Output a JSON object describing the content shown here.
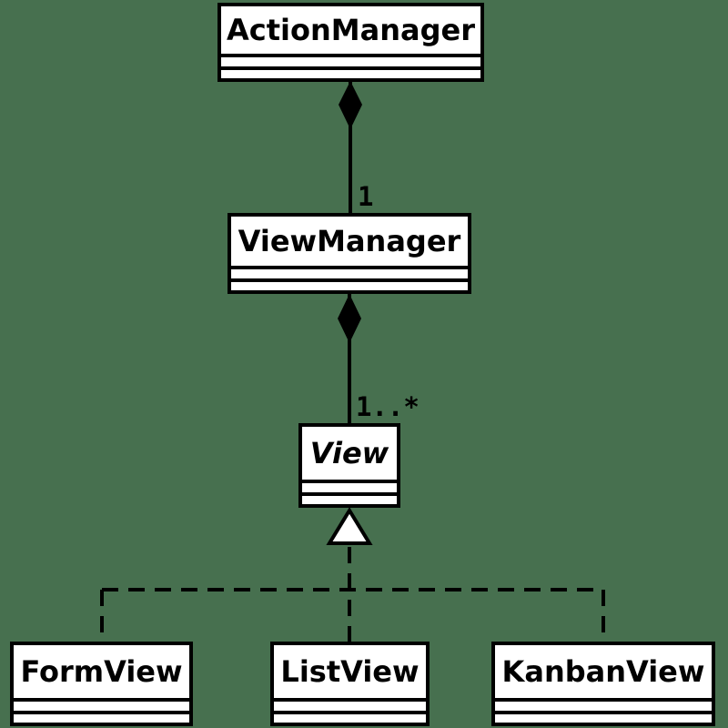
{
  "diagram": {
    "kind": "uml-class-diagram",
    "colors": {
      "background": "#47704F",
      "node_fill": "#FFFFFF",
      "line": "#000000"
    },
    "classes": [
      {
        "id": "actionmanager",
        "name": "ActionManager",
        "abstract": false,
        "compartments": 2
      },
      {
        "id": "viewmanager",
        "name": "ViewManager",
        "abstract": false,
        "compartments": 2
      },
      {
        "id": "view",
        "name": "View",
        "abstract": true,
        "compartments": 2
      },
      {
        "id": "formview",
        "name": "FormView",
        "abstract": false,
        "compartments": 2
      },
      {
        "id": "listview",
        "name": "ListView",
        "abstract": false,
        "compartments": 2
      },
      {
        "id": "kanbanview",
        "name": "KanbanView",
        "abstract": false,
        "compartments": 2
      }
    ],
    "relationships": [
      {
        "type": "composition",
        "from": "ActionManager",
        "to": "ViewManager",
        "multiplicity": "1"
      },
      {
        "type": "composition",
        "from": "ViewManager",
        "to": "View",
        "multiplicity": "1..*"
      },
      {
        "type": "realization",
        "parent": "View",
        "children": [
          "FormView",
          "ListView",
          "KanbanView"
        ]
      }
    ]
  }
}
